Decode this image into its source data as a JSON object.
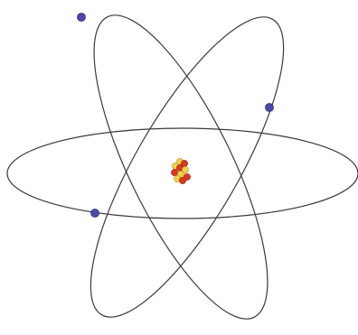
{
  "diagram": {
    "subject": "atom",
    "orbit_count": 3,
    "electron_count": 3,
    "nucleon_count": 10
  },
  "colors": {
    "background": "#ffffff",
    "orbit_stroke": "#3a3a3a",
    "electron": "#4a4aa6",
    "electron_edge": "#2e2e7a",
    "proton": "#d93a1e",
    "proton_edge": "#8f1f10",
    "neutron": "#f2d04a",
    "neutron_edge": "#b8902a"
  },
  "icons": {
    "orbit": "ellipse-orbit-icon",
    "electron": "electron-dot-icon",
    "nucleus": "nucleus-cluster-icon"
  }
}
